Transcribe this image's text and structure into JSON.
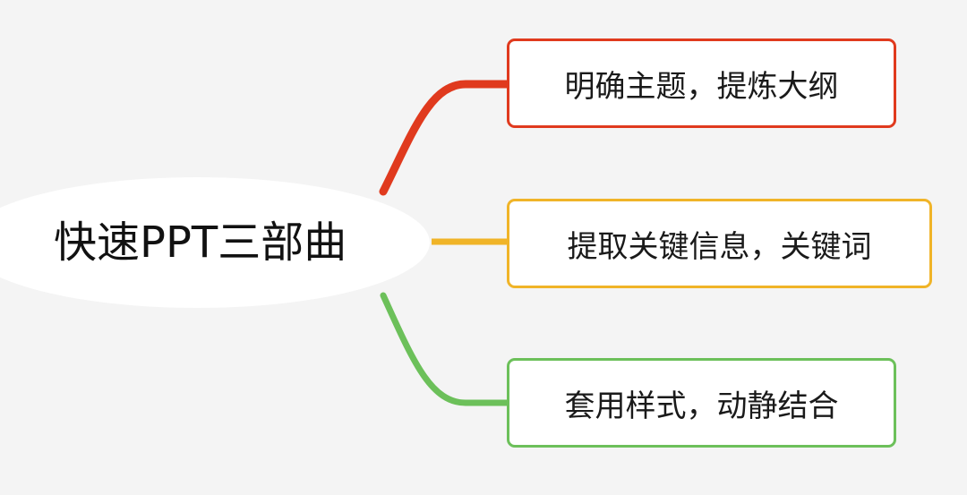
{
  "mindmap": {
    "root": {
      "label": "快速PPT三部曲"
    },
    "branches": [
      {
        "label": "明确主题，提炼大纲",
        "color": "#e03a1e"
      },
      {
        "label": "提取关键信息，关键词",
        "color": "#f0b428"
      },
      {
        "label": "套用样式，动静结合",
        "color": "#6cc05a"
      }
    ]
  }
}
